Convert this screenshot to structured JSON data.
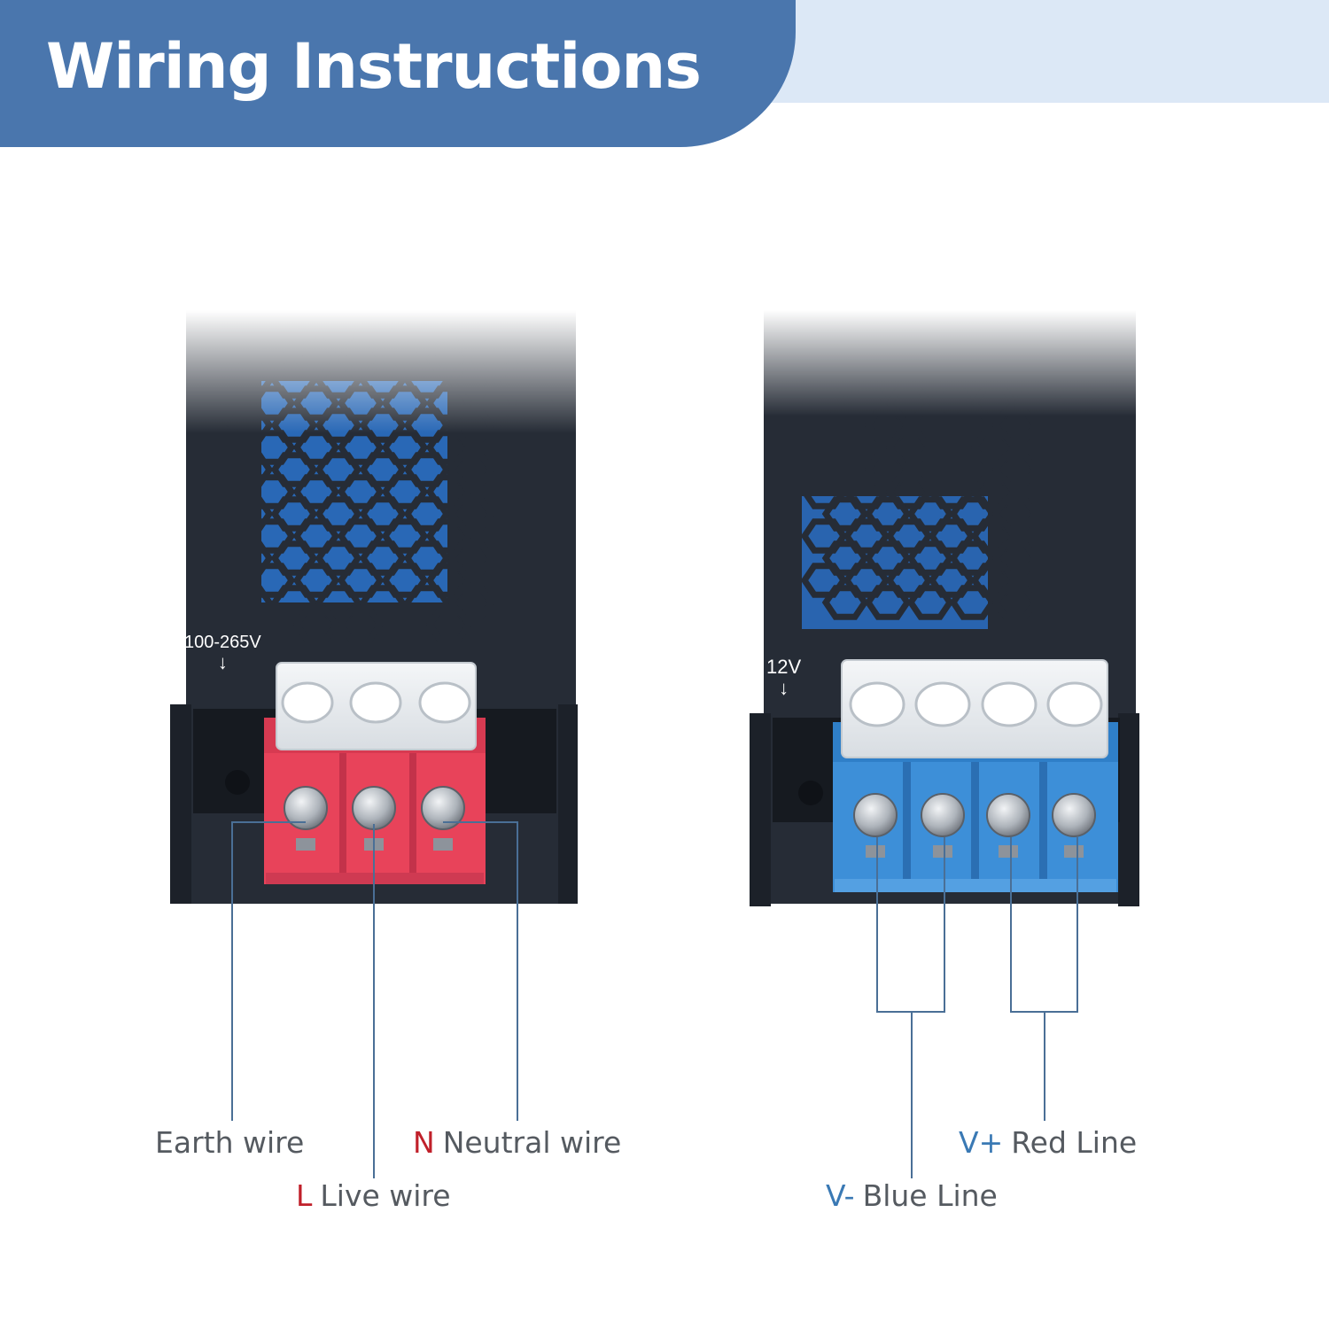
{
  "header": {
    "title": "Wiring Instructions"
  },
  "devices": {
    "input": {
      "voltage": "100-265V",
      "arrow": "↓"
    },
    "output": {
      "voltage": "12V",
      "arrow": "↓"
    }
  },
  "labels": {
    "earth": {
      "text": "Earth wire"
    },
    "neutral": {
      "code": "N",
      "text": "Neutral wire"
    },
    "live": {
      "code": "L",
      "text": "Live wire"
    },
    "vplus": {
      "code": "V+",
      "text": "Red Line"
    },
    "vminus": {
      "code": "V-",
      "text": "Blue Line"
    }
  },
  "colors": {
    "header_blue": "#4a76ad",
    "header_light": "#dce8f6",
    "code_red": "#c0202a",
    "code_blue": "#3a79b4",
    "label_gray": "#555a60",
    "terminal_red": "#e8435a",
    "terminal_blue": "#3d8fd8"
  }
}
